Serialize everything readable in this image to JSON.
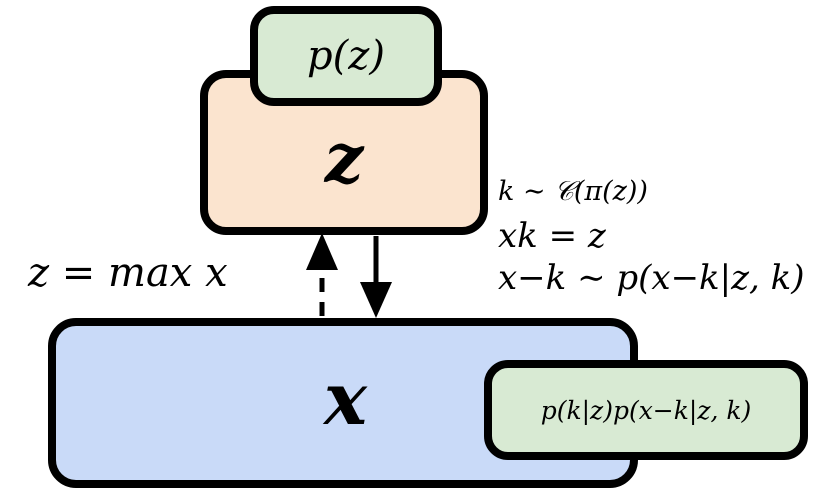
{
  "prior_box": {
    "label": "p(z)"
  },
  "latent_box": {
    "label": "z"
  },
  "observed_box": {
    "label": "x"
  },
  "conditional_box": {
    "label": "p(k|z)p(x−k|z, k)"
  },
  "inference_label": "z = max x",
  "generative_steps": [
    "k ∼ 𝒞(π(z))",
    "xk = z",
    "x−k ∼ p(x−k|z, k)"
  ],
  "colors": {
    "prior": "#d8ead3",
    "latent": "#fbe4cf",
    "observed": "#c9daf8",
    "conditional": "#d8ead3",
    "outline": "#000000"
  },
  "icons": [
    "dashed-up-arrow-icon",
    "solid-down-arrow-icon"
  ]
}
